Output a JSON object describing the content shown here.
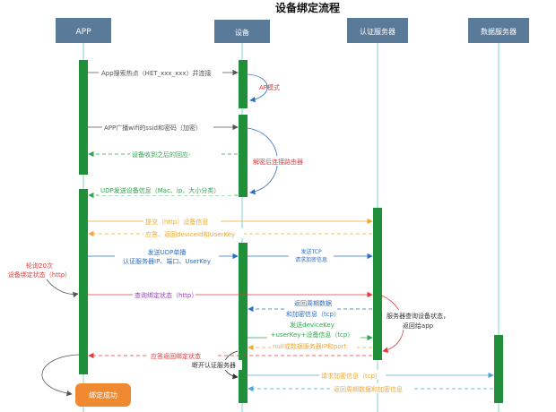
{
  "title": "设备绑定流程",
  "participants": [
    {
      "id": "app",
      "label": "APP"
    },
    {
      "id": "device",
      "label": "设备"
    },
    {
      "id": "auth",
      "label": "认证服务器"
    },
    {
      "id": "data",
      "label": "数据服务器"
    }
  ],
  "messages": [
    {
      "id": "m1",
      "text": "App搜索热点（HET_xxx_xxx）并连接",
      "color": "#555555",
      "style": "solid"
    },
    {
      "id": "m2",
      "text": "AP模式",
      "color": "#e23b3b",
      "style": "solid"
    },
    {
      "id": "m3",
      "text": "APP广播wifi的ssid和密码（加密）",
      "color": "#555555",
      "style": "solid"
    },
    {
      "id": "m4",
      "text": "设备收到之后的回应-",
      "color": "#2fa84f",
      "style": "dashed"
    },
    {
      "id": "m5",
      "text": "解密后连接路由器",
      "color": "#e23b3b",
      "style": "solid"
    },
    {
      "id": "m6",
      "text": "UDP发送设备信息（Mac、ip、大小分类）",
      "color": "#2fa84f",
      "style": "dashed"
    },
    {
      "id": "m7",
      "text": "提交（http）设备信息",
      "color": "#f0a830",
      "style": "solid"
    },
    {
      "id": "m8",
      "text": "应答、返回deviceId和UserKey",
      "color": "#f0a830",
      "style": "dashed"
    },
    {
      "id": "m9",
      "text": "发送UDP单播",
      "color": "#2a6fc8",
      "style": "solid"
    },
    {
      "id": "m9b",
      "text": "认证服务器IP、端口、UserKey",
      "color": "#2a6fc8",
      "style": "solid"
    },
    {
      "id": "m10",
      "text": "发送TCP",
      "color": "#2a6fc8",
      "style": "solid"
    },
    {
      "id": "m10b",
      "text": "请求加密信息",
      "color": "#2a6fc8",
      "style": "solid"
    },
    {
      "id": "m11",
      "text": "轮询20次",
      "color": "#e23b3b",
      "style": "solid"
    },
    {
      "id": "m11b",
      "text": "设备绑定状态（http）",
      "color": "#e23b3b",
      "style": "solid"
    },
    {
      "id": "m12",
      "text": "查询绑定状态（http）",
      "color": "#9b3fc0",
      "style": "solid"
    },
    {
      "id": "m13",
      "text": "返回周期数据",
      "color": "#2a6fc8",
      "style": "dashed"
    },
    {
      "id": "m13b",
      "text": "和加密信息（tcp）",
      "color": "#2a6fc8",
      "style": "dashed"
    },
    {
      "id": "m14",
      "text": "服务器查询设备状态，",
      "color": "#333333",
      "style": "solid"
    },
    {
      "id": "m14b",
      "text": "返回给app",
      "color": "#333333",
      "style": "solid"
    },
    {
      "id": "m15",
      "text": "发送deviceKey",
      "color": "#2fa84f",
      "style": "solid"
    },
    {
      "id": "m15b",
      "text": "+userKey+设备信息（tcp）",
      "color": "#2fa84f",
      "style": "solid"
    },
    {
      "id": "m16",
      "text": "null或数据服务器IP和port",
      "color": "#f0a830",
      "style": "dashed"
    },
    {
      "id": "m17",
      "text": "应答返回绑定状态",
      "color": "#e23b3b",
      "style": "dashed"
    },
    {
      "id": "m18",
      "text": "断开认证服务器",
      "color": "#333333",
      "style": "solid"
    },
    {
      "id": "m19",
      "text": "请求加密信息（tcp）",
      "color": "#f0a830",
      "style": "solid"
    },
    {
      "id": "m20",
      "text": "返回周期数据和加密信息",
      "color": "#4aa8d8",
      "style": "dashed"
    }
  ],
  "result": {
    "label": "绑定成功"
  },
  "colors": {
    "header_fill": "#5a7a9a",
    "activation": "#1f8f3a",
    "lifeline": "#7fd3c8",
    "result_fill": "#f08a30"
  }
}
